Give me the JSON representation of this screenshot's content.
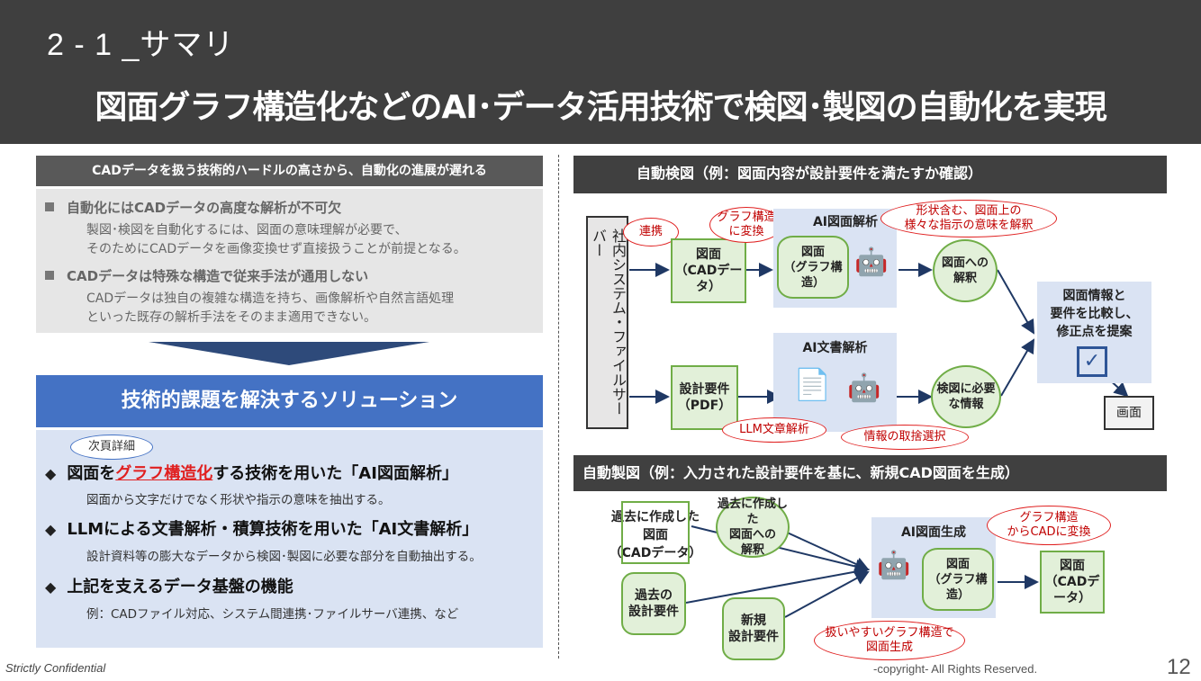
{
  "header": {
    "section": "2 - 1 _サマリ",
    "title": "図面グラフ構造化などのAI･データ活用技術で検図･製図の自動化を実現"
  },
  "hurdle": {
    "bar": "CADデータを扱う技術的ハードルの高さから、自動化の進展が遅れる",
    "items": [
      {
        "head": "自動化にはCADデータの高度な解析が不可欠",
        "desc1": "製図･検図を自動化するには、図面の意味理解が必要で、",
        "desc2": "そのためにCADデータを画像変換せず直接扱うことが前提となる。"
      },
      {
        "head": "CADデータは特殊な構造で従来手法が通用しない",
        "desc1": "CADデータは独自の複雑な構造を持ち、画像解析や自然言語処理",
        "desc2": "といった既存の解析手法をそのまま適用できない。"
      }
    ]
  },
  "solution": {
    "bar": "技術的課題を解決するソリューション",
    "note": "次頁詳細",
    "item1": {
      "pre": "図面を",
      "hl": "グラフ構造化",
      "post": "する技術を用いた「AI図面解析」",
      "desc": "図面から文字だけでなく形状や指示の意味を抽出する。"
    },
    "item2": {
      "head": "LLMによる文書解析・積算技術を用いた「AI文書解析」",
      "desc": "設計資料等の膨大なデータから検図･製図に必要な部分を自動抽出する。"
    },
    "item3": {
      "head": "上記を支えるデータ基盤の機能",
      "desc": "例：CADファイル対応、システム間連携･ファイルサーバ連携、など"
    }
  },
  "auto_check": {
    "bar": "自動検図（例：図面内容が設計要件を満たすか確認）",
    "server": "社内システム・ファイルサーバー",
    "renkei": "連携",
    "cad_line1": "図面",
    "cad_line2": "（CADデータ）",
    "graph_callout_1": "グラフ構造",
    "graph_callout_2": "に変換",
    "ai_drawing": "AI図面解析",
    "graph_line1": "図面",
    "graph_line2": "（グラフ構造）",
    "shape_callout_1": "形状含む、図面上の",
    "shape_callout_2": "様々な指示の意味を解釈",
    "interp_line1": "図面への",
    "interp_line2": "解釈",
    "req_line1": "設計要件",
    "req_line2": "（PDF）",
    "ai_doc": "AI文書解析",
    "llm_callout": "LLM文章解析",
    "select_callout": "情報の取捨選択",
    "info_line1": "検図に必要",
    "info_line2": "な情報",
    "compare_line1": "図面情報と",
    "compare_line2": "要件を比較し、",
    "compare_line3": "修正点を提案",
    "screen": "画面"
  },
  "auto_draw": {
    "bar": "自動製図（例：入力された設計要件を基に、新規CAD図面を生成）",
    "past_draw_1": "過去に作成した",
    "past_draw_2": "図面",
    "past_draw_3": "（CADデータ）",
    "past_interp_1": "過去に作成した",
    "past_interp_2": "図面への",
    "past_interp_3": "解釈",
    "past_req_1": "過去の",
    "past_req_2": "設計要件",
    "new_req_1": "新規",
    "new_req_2": "設計要件",
    "ai_gen": "AI図面生成",
    "graph_line1": "図面",
    "graph_line2": "（グラフ構造）",
    "conv_callout_1": "グラフ構造",
    "conv_callout_2": "からCADに変換",
    "out_line1": "図面",
    "out_line2": "（CADデータ）",
    "gen_callout_1": "扱いやすいグラフ構造で",
    "gen_callout_2": "図面生成"
  },
  "footer": {
    "left": "Strictly Confidential",
    "right": "-copyright- All Rights Reserved.",
    "page": "12"
  }
}
